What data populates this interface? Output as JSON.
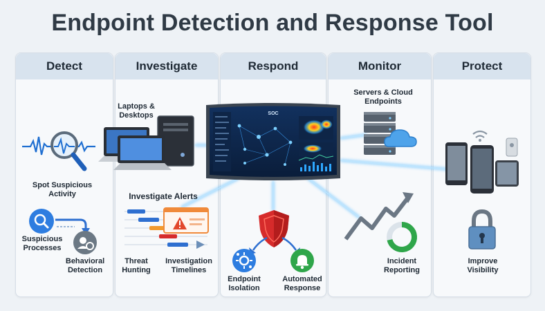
{
  "title": "Endpoint Detection and Response Tool",
  "columns": [
    {
      "header": "Detect"
    },
    {
      "header": "Investigate"
    },
    {
      "header": "Respond"
    },
    {
      "header": "Monitor"
    },
    {
      "header": "Protect"
    }
  ],
  "labels": {
    "spot_suspicious": "Spot Suspicious Activity",
    "suspicious_processes": "Suspicious Processes",
    "behavioral_detection": "Behavioral Detection",
    "laptops_desktops": "Laptops & Desktops",
    "investigate_alerts": "Investigate Alerts",
    "threat_hunting": "Threat Hunting",
    "investigation_timelines": "Investigation Timelines",
    "soc": "SOC",
    "endpoint_isolation": "Endpoint Isolation",
    "automated_response": "Automated Response",
    "servers_cloud": "Servers & Cloud Endpoints",
    "incident_reporting": "Incident Reporting",
    "improve_visibility": "Improve Visibility"
  },
  "icons": [
    "magnifier-pulse-icon",
    "search-icon",
    "behavior-gear-icon",
    "laptop-icon",
    "desktop-tower-icon",
    "alert-window-icon",
    "gantt-timeline-icon",
    "soc-monitor-icon",
    "shield-icon",
    "network-gear-icon",
    "bell-icon",
    "server-cloud-icon",
    "trend-chart-icon",
    "donut-progress-icon",
    "mobile-devices-icon",
    "padlock-icon"
  ],
  "colors": {
    "title": "#2f3a45",
    "header_bg": "#d8e3ee",
    "accent_blue": "#1f6fd1",
    "accent_green": "#2fa64a",
    "alert_red": "#d62b2b",
    "glow": "#5ab8ff"
  }
}
